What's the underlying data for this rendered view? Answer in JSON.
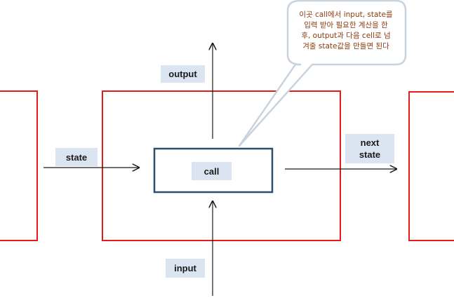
{
  "labels": {
    "output": "output",
    "state": "state",
    "call": "call",
    "next_state": "next\nstate",
    "input": "input"
  },
  "callout": {
    "text": "이곳 call에서 input, state를\n입력 받아 필요한 계산을 한\n후, output과 다음 cell로 넘\n겨줄 state값을 만들면 된다"
  },
  "colors": {
    "cell_border": "#e31b1b",
    "call_border": "#2f4e6e",
    "label_fill": "#dbe5f1",
    "callout_border": "#c9d3de",
    "callout_text": "#8b3a0e",
    "arrow": "#1a1a1a"
  }
}
